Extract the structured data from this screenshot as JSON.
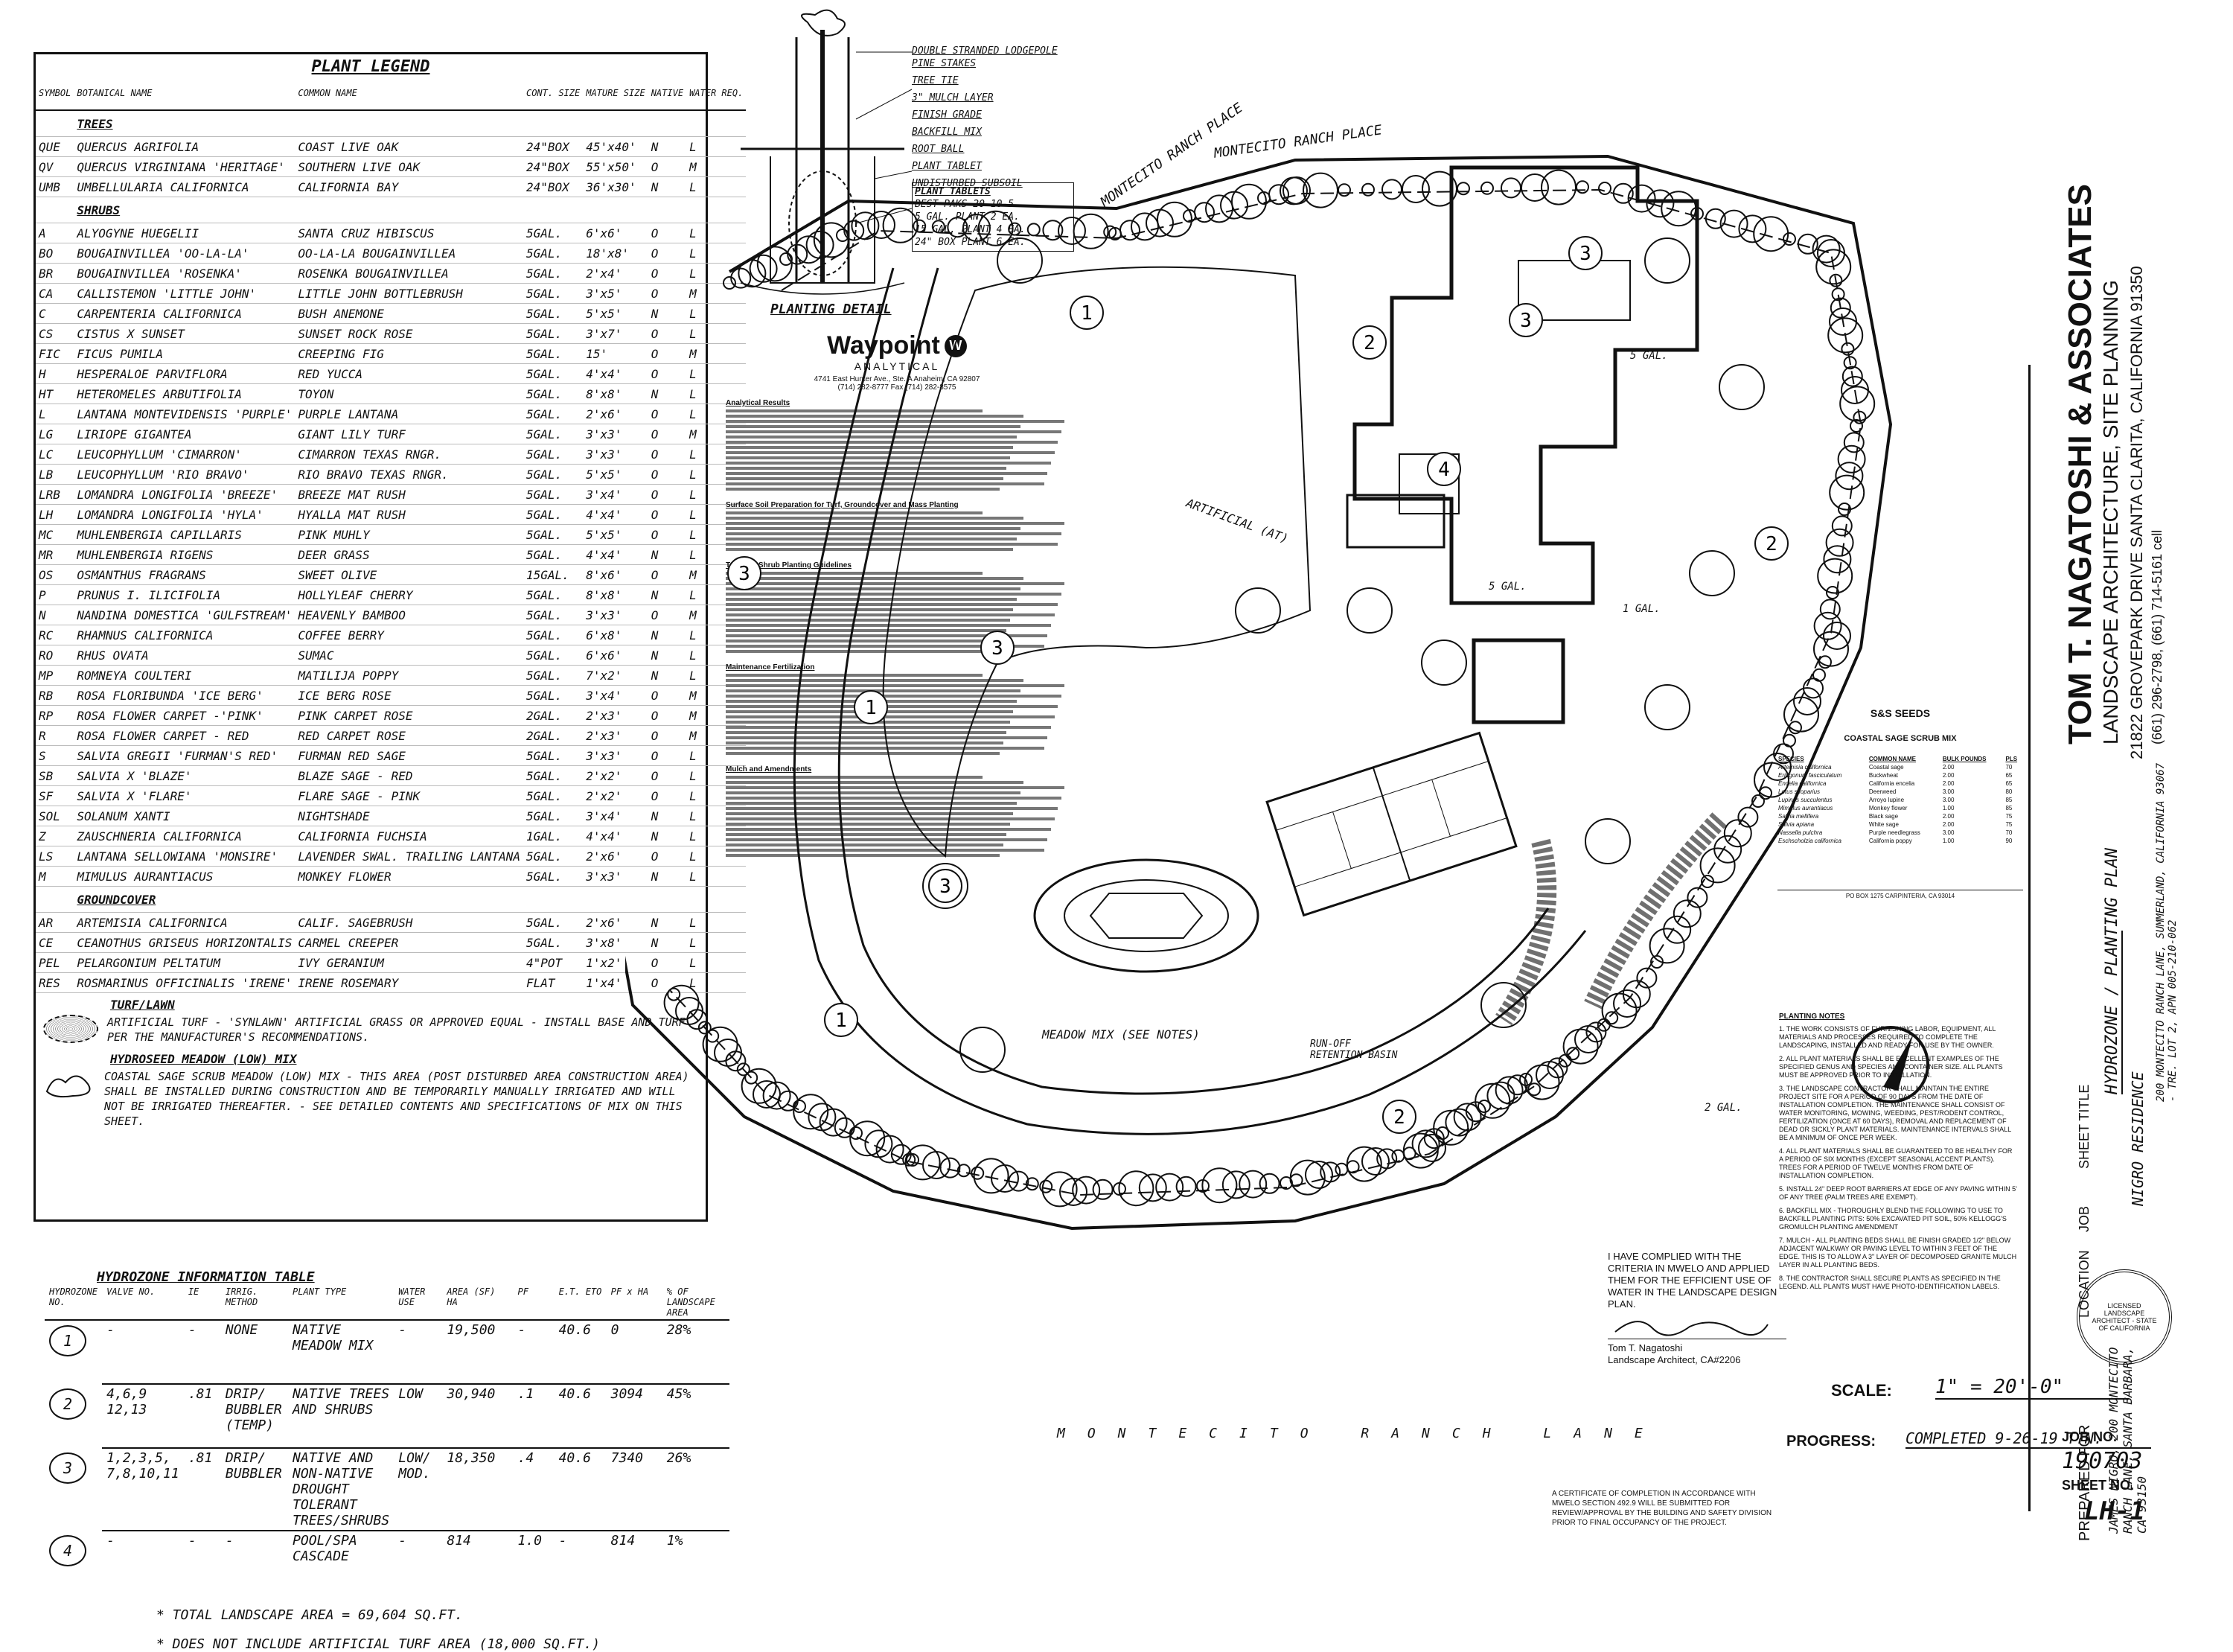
{
  "legend": {
    "title": "PLANT LEGEND",
    "headers": [
      "SYMBOL",
      "BOTANICAL NAME",
      "COMMON NAME",
      "CONT. SIZE",
      "MATURE SIZE",
      "NATIVE",
      "WATER REQ."
    ],
    "sections": [
      {
        "name": "TREES",
        "rows": [
          [
            "QUE",
            "QUERCUS AGRIFOLIA",
            "COAST LIVE OAK",
            "24\"BOX",
            "45'x40'",
            "N",
            "L"
          ],
          [
            "QV",
            "QUERCUS VIRGINIANA 'HERITAGE'",
            "SOUTHERN LIVE OAK",
            "24\"BOX",
            "55'x50'",
            "O",
            "M"
          ],
          [
            "UMB",
            "UMBELLULARIA CALIFORNICA",
            "CALIFORNIA BAY",
            "24\"BOX",
            "36'x30'",
            "N",
            "L"
          ]
        ]
      },
      {
        "name": "SHRUBS",
        "rows": [
          [
            "A",
            "ALYOGYNE HUEGELII",
            "SANTA CRUZ HIBISCUS",
            "5GAL.",
            "6'x6'",
            "O",
            "L"
          ],
          [
            "BO",
            "BOUGAINVILLEA 'OO-LA-LA'",
            "OO-LA-LA BOUGAINVILLEA",
            "5GAL.",
            "18'x8'",
            "O",
            "L"
          ],
          [
            "BR",
            "BOUGAINVILLEA 'ROSENKA'",
            "ROSENKA BOUGAINVILLEA",
            "5GAL.",
            "2'x4'",
            "O",
            "L"
          ],
          [
            "CA",
            "CALLISTEMON 'LITTLE JOHN'",
            "LITTLE JOHN BOTTLEBRUSH",
            "5GAL.",
            "3'x5'",
            "O",
            "M"
          ],
          [
            "C",
            "CARPENTERIA CALIFORNICA",
            "BUSH ANEMONE",
            "5GAL.",
            "5'x5'",
            "N",
            "L"
          ],
          [
            "CS",
            "CISTUS X SUNSET",
            "SUNSET ROCK ROSE",
            "5GAL.",
            "3'x7'",
            "O",
            "L"
          ],
          [
            "FIC",
            "FICUS PUMILA",
            "CREEPING FIG",
            "5GAL.",
            "15'",
            "O",
            "M"
          ],
          [
            "H",
            "HESPERALOE PARVIFLORA",
            "RED YUCCA",
            "5GAL.",
            "4'x4'",
            "O",
            "L"
          ],
          [
            "HT",
            "HETEROMELES ARBUTIFOLIA",
            "TOYON",
            "5GAL.",
            "8'x8'",
            "N",
            "L"
          ],
          [
            "L",
            "LANTANA MONTEVIDENSIS 'PURPLE'",
            "PURPLE LANTANA",
            "5GAL.",
            "2'x6'",
            "O",
            "L"
          ],
          [
            "LG",
            "LIRIOPE GIGANTEA",
            "GIANT LILY TURF",
            "5GAL.",
            "3'x3'",
            "O",
            "M"
          ],
          [
            "LC",
            "LEUCOPHYLLUM 'CIMARRON'",
            "CIMARRON TEXAS RNGR.",
            "5GAL.",
            "3'x3'",
            "O",
            "L"
          ],
          [
            "LB",
            "LEUCOPHYLLUM 'RIO BRAVO'",
            "RIO BRAVO TEXAS RNGR.",
            "5GAL.",
            "5'x5'",
            "O",
            "L"
          ],
          [
            "LRB",
            "LOMANDRA LONGIFOLIA 'BREEZE'",
            "BREEZE MAT RUSH",
            "5GAL.",
            "3'x4'",
            "O",
            "L"
          ],
          [
            "LH",
            "LOMANDRA LONGIFOLIA 'HYLA'",
            "HYALLA MAT RUSH",
            "5GAL.",
            "4'x4'",
            "O",
            "L"
          ],
          [
            "MC",
            "MUHLENBERGIA CAPILLARIS",
            "PINK MUHLY",
            "5GAL.",
            "5'x5'",
            "O",
            "L"
          ],
          [
            "MR",
            "MUHLENBERGIA RIGENS",
            "DEER GRASS",
            "5GAL.",
            "4'x4'",
            "N",
            "L"
          ],
          [
            "OS",
            "OSMANTHUS FRAGRANS",
            "SWEET OLIVE",
            "15GAL.",
            "8'x6'",
            "O",
            "M"
          ],
          [
            "P",
            "PRUNUS I. ILICIFOLIA",
            "HOLLYLEAF CHERRY",
            "5GAL.",
            "8'x8'",
            "N",
            "L"
          ],
          [
            "N",
            "NANDINA DOMESTICA 'GULFSTREAM'",
            "HEAVENLY BAMBOO",
            "5GAL.",
            "3'x3'",
            "O",
            "M"
          ],
          [
            "RC",
            "RHAMNUS CALIFORNICA",
            "COFFEE BERRY",
            "5GAL.",
            "6'x8'",
            "N",
            "L"
          ],
          [
            "RO",
            "RHUS OVATA",
            "SUMAC",
            "5GAL.",
            "6'x6'",
            "N",
            "L"
          ],
          [
            "MP",
            "ROMNEYA COULTERI",
            "MATILIJA POPPY",
            "5GAL.",
            "7'x2'",
            "N",
            "L"
          ],
          [
            "RB",
            "ROSA FLORIBUNDA 'ICE BERG'",
            "ICE BERG ROSE",
            "5GAL.",
            "3'x4'",
            "O",
            "M"
          ],
          [
            "RP",
            "ROSA FLOWER CARPET -'PINK'",
            "PINK CARPET ROSE",
            "2GAL.",
            "2'x3'",
            "O",
            "M"
          ],
          [
            "R",
            "ROSA FLOWER CARPET - RED",
            "RED CARPET ROSE",
            "2GAL.",
            "2'x3'",
            "O",
            "M"
          ],
          [
            "S",
            "SALVIA GREGII 'FURMAN'S RED'",
            "FURMAN RED SAGE",
            "5GAL.",
            "3'x3'",
            "O",
            "L"
          ],
          [
            "SB",
            "SALVIA X 'BLAZE'",
            "BLAZE SAGE - RED",
            "5GAL.",
            "2'x2'",
            "O",
            "L"
          ],
          [
            "SF",
            "SALVIA X 'FLARE'",
            "FLARE SAGE - PINK",
            "5GAL.",
            "2'x2'",
            "O",
            "L"
          ],
          [
            "SOL",
            "SOLANUM XANTI",
            "NIGHTSHADE",
            "5GAL.",
            "3'x4'",
            "N",
            "L"
          ],
          [
            "Z",
            "ZAUSCHNERIA CALIFORNICA",
            "CALIFORNIA FUCHSIA",
            "1GAL.",
            "4'x4'",
            "N",
            "L"
          ],
          [
            "LS",
            "LANTANA SELLOWIANA 'MONSIRE'",
            "LAVENDER SWAL. TRAILING LANTANA",
            "5GAL.",
            "2'x6'",
            "O",
            "L"
          ],
          [
            "M",
            "MIMULUS AURANTIACUS",
            "MONKEY FLOWER",
            "5GAL.",
            "3'x3'",
            "N",
            "L"
          ]
        ]
      },
      {
        "name": "GROUNDCOVER",
        "rows": [
          [
            "AR",
            "ARTEMISIA CALIFORNICA",
            "CALIF. SAGEBRUSH",
            "5GAL.",
            "2'x6'",
            "N",
            "L"
          ],
          [
            "CE",
            "CEANOTHUS GRISEUS HORIZONTALIS",
            "CARMEL CREEPER",
            "5GAL.",
            "3'x8'",
            "N",
            "L"
          ],
          [
            "PEL",
            "PELARGONIUM PELTATUM",
            "IVY GERANIUM",
            "4\"POT",
            "1'x2'",
            "O",
            "L"
          ],
          [
            "RES",
            "ROSMARINUS OFFICINALIS 'IRENE'",
            "IRENE ROSEMARY",
            "FLAT",
            "1'x4'",
            "O",
            "L"
          ]
        ]
      }
    ],
    "turf_title": "TURF/LAWN",
    "turf_note": "ARTIFICIAL TURF - 'SYNLAWN' ARTIFICIAL GRASS OR APPROVED EQUAL - INSTALL BASE AND TURF PER THE MANUFACTURER'S RECOMMENDATIONS.",
    "meadow_title": "HYDROSEED MEADOW (LOW) MIX",
    "meadow_note": "COASTAL SAGE SCRUB MEADOW (LOW) MIX - THIS AREA (POST DISTURBED AREA CONSTRUCTION AREA) SHALL BE INSTALLED DURING CONSTRUCTION AND BE TEMPORARILY MANUALLY IRRIGATED AND WILL NOT BE IRRIGATED THEREAFTER. - SEE DETAILED CONTENTS AND SPECIFICATIONS OF MIX ON THIS SHEET."
  },
  "hydrozone": {
    "title": "HYDROZONE INFORMATION TABLE",
    "headers": [
      "HYDROZONE NO.",
      "VALVE NO.",
      "IE",
      "IRRIG. METHOD",
      "PLANT TYPE",
      "WATER USE",
      "AREA (SF) HA",
      "PF",
      "E.T. ETO",
      "PF x HA",
      "% OF LANDSCAPE AREA"
    ],
    "rows": [
      [
        "1",
        "-",
        "-",
        "NONE",
        "NATIVE MEADOW MIX",
        "-",
        "19,500",
        "-",
        "40.6",
        "0",
        "28%"
      ],
      [
        "2",
        "4,6,9 12,13",
        ".81",
        "DRIP/ BUBBLER (TEMP)",
        "NATIVE TREES AND SHRUBS",
        "LOW",
        "30,940",
        ".1",
        "40.6",
        "3094",
        "45%"
      ],
      [
        "3",
        "1,2,3,5, 7,8,10,11",
        ".81",
        "DRIP/ BUBBLER",
        "NATIVE AND NON-NATIVE DROUGHT TOLERANT TREES/SHRUBS",
        "LOW/ MOD.",
        "18,350",
        ".4",
        "40.6",
        "7340",
        "26%"
      ],
      [
        "4",
        "-",
        "-",
        "-",
        "POOL/SPA CASCADE",
        "-",
        "814",
        "1.0",
        "-",
        "814",
        "1%"
      ]
    ],
    "total": "* TOTAL LANDSCAPE AREA = 69,604 SQ.FT.",
    "footnote": "* DOES NOT INCLUDE ARTIFICIAL TURF AREA (18,000 SQ.FT.)"
  },
  "detail": {
    "title": "PLANTING DETAIL",
    "labels": [
      "DOUBLE STRANDED LODGEPOLE PINE STAKES",
      "TREE TIE",
      "3\" MULCH LAYER",
      "FINISH GRADE",
      "BACKFILL MIX",
      "ROOT BALL",
      "PLANT TABLET",
      "UNDISTURBED SUBSOIL"
    ],
    "table_title": "PLANT TABLETS",
    "table_rows": [
      "BEST PAKS 20-10-5",
      "5 GAL. PLANT 2 EA.",
      "15 GAL. PLANT 4 EA.",
      "24\" BOX PLANT 6 EA."
    ]
  },
  "lab": {
    "company": "Waypoint",
    "division": "ANALYTICAL",
    "address": "4741 East Hunter Ave., Ste. A  Anaheim, CA 92807",
    "phone": "(714) 282-8777  Fax (714) 282-8575",
    "sections": [
      "Analytical Results",
      "Surface Soil Preparation for Turf, Groundcover and Mass Planting",
      "Tree and Shrub Planting Guidelines",
      "Maintenance Fertilization",
      "Mulch and Amendments"
    ]
  },
  "mix": {
    "brand": "S&S SEEDS",
    "title": "COASTAL SAGE SCRUB MIX",
    "headers": [
      "SPECIES",
      "COMMON NAME",
      "BULK POUNDS",
      "PLS"
    ],
    "rows": [
      [
        "Artemisia californica",
        "Coastal sage",
        "2.00",
        "70"
      ],
      [
        "Eriogonum fasciculatum",
        "Buckwheat",
        "2.00",
        "65"
      ],
      [
        "Encelia californica",
        "California encelia",
        "2.00",
        "65"
      ],
      [
        "Lotus scoparius",
        "Deerweed",
        "3.00",
        "80"
      ],
      [
        "Lupinus succulentus",
        "Arroyo lupine",
        "3.00",
        "85"
      ],
      [
        "Mimulus aurantiacus",
        "Monkey flower",
        "1.00",
        "85"
      ],
      [
        "Salvia mellifera",
        "Black sage",
        "2.00",
        "75"
      ],
      [
        "Salvia apiana",
        "White sage",
        "2.00",
        "75"
      ],
      [
        "Nassella pulchra",
        "Purple needlegrass",
        "3.00",
        "70"
      ],
      [
        "Eschscholzia californica",
        "California poppy",
        "1.00",
        "90"
      ]
    ],
    "footer": "PO BOX 1275 CARPINTERIA, CA 93014"
  },
  "planting_notes": {
    "title": "PLANTING NOTES",
    "items": [
      "1. THE WORK CONSISTS OF FURNISHING LABOR, EQUIPMENT, ALL MATERIALS AND PROCESSES REQUIRED TO COMPLETE THE LANDSCAPING, INSTALLED AND READY FOR USE BY THE OWNER.",
      "2. ALL PLANT MATERIALS SHALL BE EXCELLENT EXAMPLES OF THE SPECIFIED GENUS AND SPECIES AND CONTAINER SIZE. ALL PLANTS MUST BE APPROVED PRIOR TO INSTALLATION.",
      "3. THE LANDSCAPE CONTRACTOR SHALL MAINTAIN THE ENTIRE PROJECT SITE FOR A PERIOD OF 90 DAYS FROM THE DATE OF INSTALLATION COMPLETION. THE MAINTENANCE SHALL CONSIST OF WATER MONITORING, MOWING, WEEDING, PEST/RODENT CONTROL, FERTILIZATION (ONCE AT 60 DAYS), REMOVAL AND REPLACEMENT OF DEAD OR SICKLY PLANT MATERIALS. MAINTENANCE INTERVALS SHALL BE A MINIMUM OF ONCE PER WEEK.",
      "4. ALL PLANT MATERIALS SHALL BE GUARANTEED TO BE HEALTHY FOR A PERIOD OF SIX MONTHS (EXCEPT SEASONAL ACCENT PLANTS). TREES FOR A PERIOD OF TWELVE MONTHS FROM DATE OF INSTALLATION COMPLETION.",
      "5. INSTALL 24\" DEEP ROOT BARRIERS AT EDGE OF ANY PAVING WITHIN 5' OF ANY TREE (PALM TREES ARE EXEMPT).",
      "6. BACKFILL MIX - THOROUGHLY BLEND THE FOLLOWING TO USE TO BACKFILL PLANTING PITS: 50% EXCAVATED PIT SOIL, 50% KELLOGG'S GROMULCH PLANTING AMENDMENT",
      "7. MULCH - ALL PLANTING BEDS SHALL BE FINISH GRADED 1/2\" BELOW ADJACENT WALKWAY OR PAVING LEVEL TO WITHIN 3 FEET OF THE EDGE. THIS IS TO ALLOW A 3\" LAYER OF DECOMPOSED GRANITE MULCH LAYER IN ALL PLANTING BEDS.",
      "8. THE CONTRACTOR SHALL SECURE PLANTS AS SPECIFIED IN THE LEGEND. ALL PLANTS MUST HAVE PHOTO-IDENTIFICATION LABELS."
    ]
  },
  "plan": {
    "streets": [
      "MONTECITO RANCH PLACE",
      "MONTECITO RANCH LANE"
    ],
    "labels": [
      "ARTIFICIAL (AT)",
      "MEADOW MIX (SEE NOTES)",
      "RUN-OFF RETENTION BASIN",
      "5 GAL.",
      "5 GAL.",
      "1 GAL.",
      "2 GAL."
    ],
    "zones": [
      "1",
      "1",
      "2",
      "2",
      "3",
      "3",
      "3",
      "3",
      "3",
      "4",
      "1",
      "2"
    ]
  },
  "compliance": {
    "text": "I HAVE COMPLIED WITH THE CRITERIA IN MWELO AND APPLIED THEM FOR THE EFFICIENT USE OF WATER IN THE LANDSCAPE DESIGN PLAN.",
    "name": "Tom T. Nagatoshi",
    "title": "Landscape Architect, CA#2206",
    "certificate": "A CERTIFICATE OF COMPLETION IN ACCORDANCE WITH MWELO SECTION 492.9 WILL BE SUBMITTED FOR REVIEW/APPROVAL BY THE BUILDING AND SAFETY DIVISION PRIOR TO FINAL OCCUPANCY OF THE PROJECT."
  },
  "scale": {
    "label": "SCALE:",
    "value": "1\" = 20'-0\""
  },
  "progress": {
    "label": "PROGRESS:",
    "value": "COMPLETED 9-26-19 T.N."
  },
  "titleblock": {
    "firm": "TOM T. NAGATOSHI & ASSOCIATES",
    "discipline": "LANDSCAPE ARCHITECTURE, SITE PLANNING",
    "address": "21822 GROVEPARK DRIVE   SANTA CLARITA, CALIFORNIA 91350",
    "phone": "(661) 296-2798, (661) 714-5161 cell",
    "sheet_title_label": "SHEET TITLE",
    "sheet_title": "HYDROZONE / PLANTING PLAN",
    "job_label": "JOB",
    "job": "NIGRO RESIDENCE",
    "location_label": "LOCATION",
    "location": "200 MONTECITO RANCH LANE, SUMMERLAND, CALIFORNIA 93067 - TRE. LOT 2, APN 005-210-062",
    "prepared_label": "PREPARED FOR",
    "prepared": "JAMES NIGRO, 200 MONTECITO RANCH LANE, SANTA BARBARA, CA 93150",
    "seal": "LICENSED LANDSCAPE ARCHITECT - STATE OF CALIFORNIA",
    "job_no_label": "JOB NO.",
    "job_no": "190703",
    "sheet_no_label": "SHEET NO.",
    "sheet_no": "LH-1"
  }
}
